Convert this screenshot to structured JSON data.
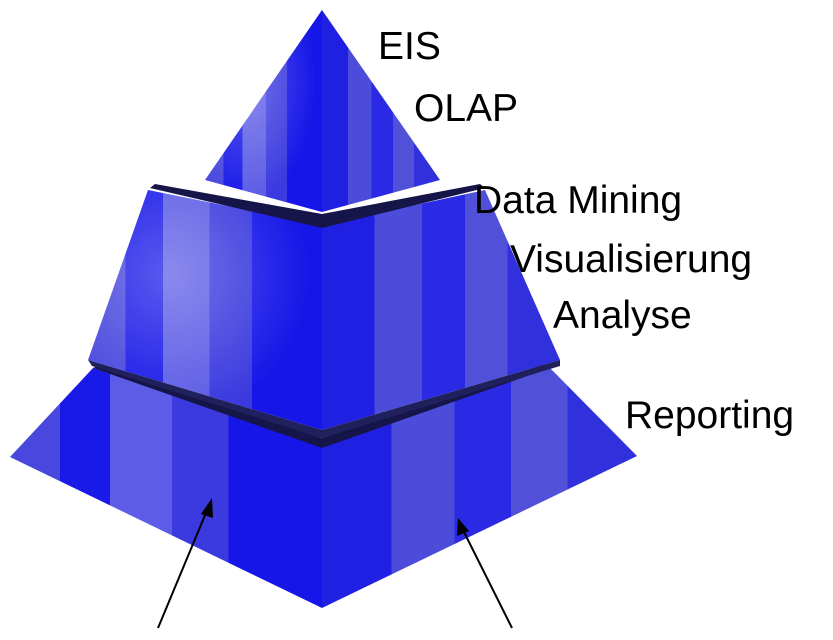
{
  "diagram": {
    "labels": {
      "eis": "EIS",
      "olap": "OLAP",
      "data_mining": "Data Mining",
      "visualisierung": "Visualisierung",
      "analyse": "Analyse",
      "reporting": "Reporting"
    },
    "colors": {
      "blue_light": "#5a5ae8",
      "blue_dark": "#1818e6",
      "blue_mid": "#3a3ade",
      "gap_dark": "#15154a",
      "arrow": "#000000"
    }
  }
}
